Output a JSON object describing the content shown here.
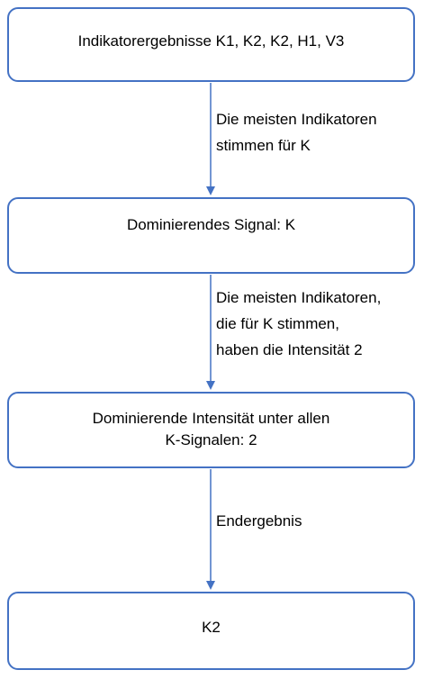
{
  "nodes": [
    {
      "text": "Indikatorergebnisse K1, K2, K2, H1, V3"
    },
    {
      "text": "Dominierendes Signal: K"
    },
    {
      "text": "Dominierende Intensität unter allen\nK-Signalen: 2"
    },
    {
      "text": "K2"
    }
  ],
  "edges": [
    {
      "label": "Die meisten Indikatoren\nstimmen für K"
    },
    {
      "label": "Die meisten Indikatoren,\ndie für K stimmen,\nhaben die Intensität 2"
    },
    {
      "label": "Endergebnis"
    }
  ],
  "colors": {
    "border": "#4472c4",
    "arrow": "#4472c4",
    "text": "#000000",
    "background": "#ffffff"
  }
}
